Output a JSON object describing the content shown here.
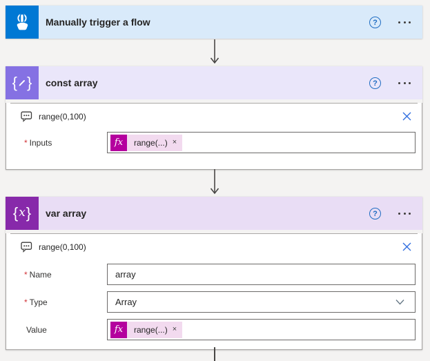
{
  "page": {
    "background_color": "#f4f3f2"
  },
  "colors": {
    "trigger_icon": "#0078d4",
    "trigger_header": "#d9eafa",
    "compose_icon": "#8571e3",
    "compose_header": "#eae6fa",
    "variable_icon": "#8729aa",
    "variable_header": "#e9ddf5",
    "expression_badge": "#b4009e",
    "expression_pill": "#f2daef",
    "dismiss_blue": "#2e6ce0",
    "help_blue": "#1f6cc2"
  },
  "icons": {
    "help": "?"
  },
  "trigger_card": {
    "title": "Manually trigger a flow"
  },
  "const_card": {
    "title": "const array",
    "comment": "range(0,100)",
    "inputs_field": {
      "asterisk": "*",
      "label": "Inputs",
      "token": {
        "badge": "fx",
        "text": "range(...)",
        "remove": "×"
      }
    }
  },
  "var_card": {
    "title": "var array",
    "comment": "range(0,100)",
    "name_field": {
      "asterisk": "*",
      "label": "Name",
      "value": "array"
    },
    "type_field": {
      "asterisk": "*",
      "label": "Type",
      "value": "Array"
    },
    "value_field": {
      "asterisk": "",
      "label": "Value",
      "token": {
        "badge": "fx",
        "text": "range(...)",
        "remove": "×"
      }
    }
  }
}
